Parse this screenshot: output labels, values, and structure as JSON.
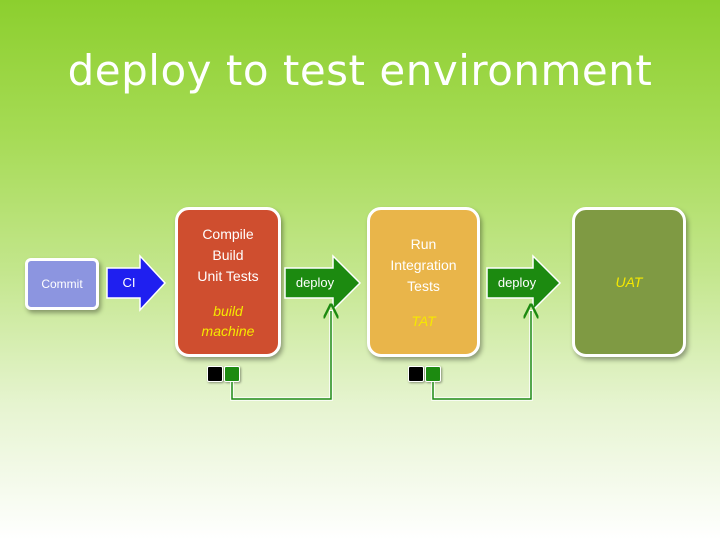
{
  "title": "deploy to test environment",
  "nodes": {
    "commit": {
      "label": "Commit"
    },
    "compile": {
      "lines": [
        "Compile",
        "Build",
        "Unit Tests"
      ],
      "sub": [
        "build",
        "machine"
      ]
    },
    "run": {
      "lines": [
        "Run",
        "Integration",
        "Tests"
      ],
      "sub": [
        "TAT"
      ]
    },
    "uat": {
      "sub": "UAT"
    }
  },
  "arrows": {
    "ci": "CI",
    "deploy1": "deploy",
    "deploy2": "deploy"
  },
  "colors": {
    "commit": "#8c95e0",
    "ci_arrow": "#1f1ff0",
    "compile": "#cf4e2f",
    "deploy_arrow": "#1c8a10",
    "run": "#e9b54a",
    "uat": "#7f9a43",
    "subtitle_text": "#f6e800"
  }
}
